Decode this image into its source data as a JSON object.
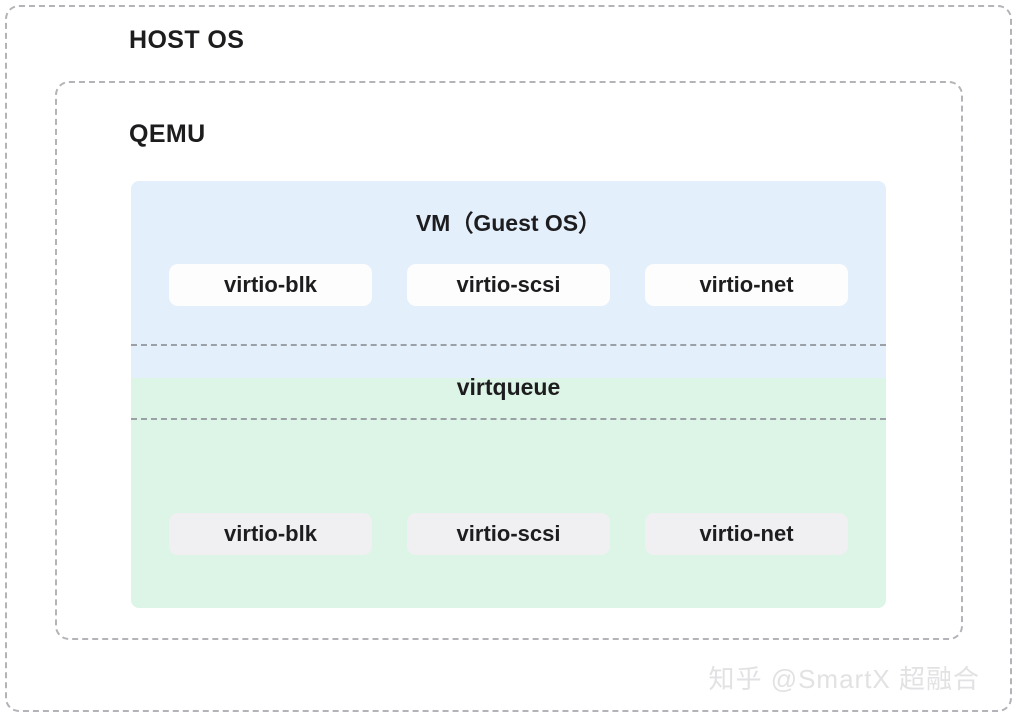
{
  "diagram": {
    "host": {
      "label": "HOST OS"
    },
    "qemu": {
      "label": "QEMU"
    },
    "guest": {
      "title": "VM（Guest OS）",
      "background_color": "#e4effc",
      "devices": [
        {
          "label": "virtio-blk"
        },
        {
          "label": "virtio-scsi"
        },
        {
          "label": "virtio-net"
        }
      ]
    },
    "virtqueue": {
      "label": "virtqueue"
    },
    "host_drivers": {
      "background_color": "#ddf5e6",
      "devices": [
        {
          "label": "virtio-blk"
        },
        {
          "label": "virtio-scsi"
        },
        {
          "label": "virtio-net"
        }
      ]
    },
    "watermark": {
      "text": "知乎 @SmartX 超融合"
    }
  }
}
